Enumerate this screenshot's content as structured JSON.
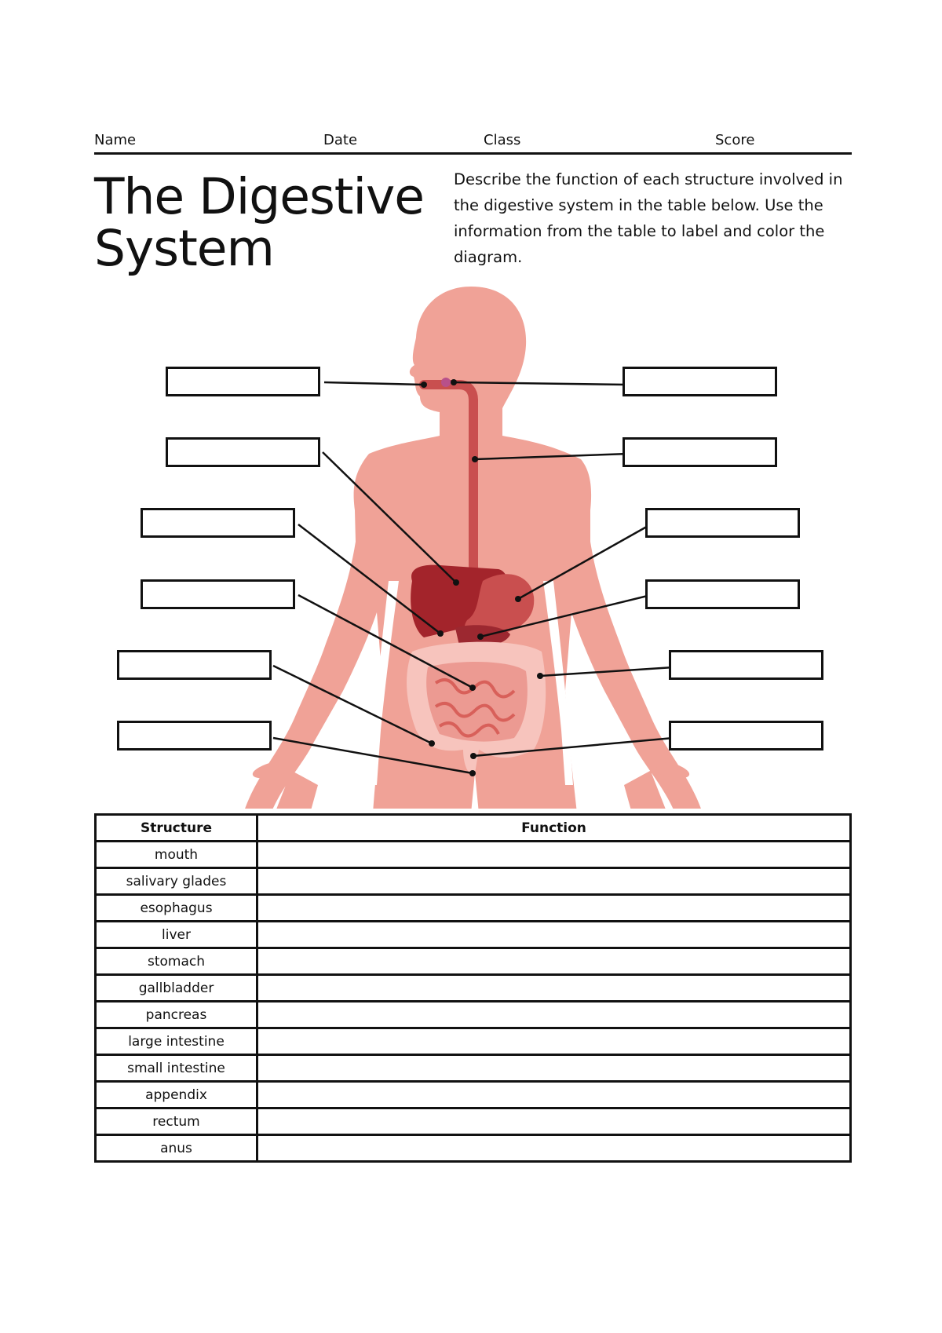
{
  "header": {
    "fields": [
      {
        "label": "Name"
      },
      {
        "label": "Date"
      },
      {
        "label": "Class"
      },
      {
        "label": "Score"
      }
    ]
  },
  "title": {
    "line1": "The Digestive",
    "line2": "System"
  },
  "instructions": "Describe the function of each structure involved in the digestive system in the table below. Use the information from the table to label and color the diagram.",
  "diagram": {
    "colors": {
      "skin": "#f0a297",
      "esophagus": "#c94f4f",
      "liver": "#a3242b",
      "stomach": "#c94f4f",
      "intestine_light": "#f7c4bd",
      "intestine_mid": "#e8857f",
      "leader_line": "#111111"
    },
    "label_boxes": {
      "left": [
        "",
        "",
        "",
        "",
        "",
        ""
      ],
      "right": [
        "",
        "",
        "",
        "",
        "",
        ""
      ]
    }
  },
  "table": {
    "headers": {
      "structure": "Structure",
      "function": "Function"
    },
    "rows": [
      {
        "structure": "mouth",
        "function": ""
      },
      {
        "structure": "salivary glades",
        "function": ""
      },
      {
        "structure": "esophagus",
        "function": ""
      },
      {
        "structure": "liver",
        "function": ""
      },
      {
        "structure": "stomach",
        "function": ""
      },
      {
        "structure": "gallbladder",
        "function": ""
      },
      {
        "structure": "pancreas",
        "function": ""
      },
      {
        "structure": "large intestine",
        "function": ""
      },
      {
        "structure": "small intestine",
        "function": ""
      },
      {
        "structure": "appendix",
        "function": ""
      },
      {
        "structure": "rectum",
        "function": ""
      },
      {
        "structure": "anus",
        "function": ""
      }
    ]
  }
}
